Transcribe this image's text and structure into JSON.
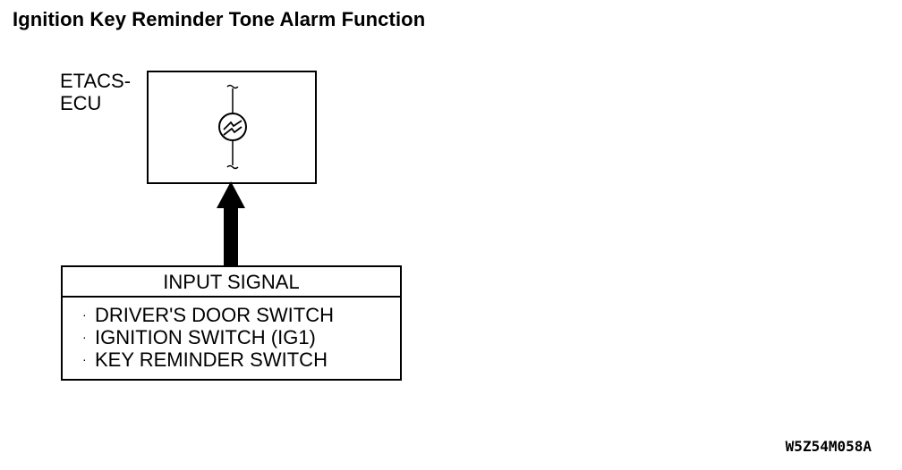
{
  "title": "Ignition Key Reminder Tone Alarm Function",
  "ecu": {
    "label_line1": "ETACS-",
    "label_line2": "ECU",
    "component_icon": "buzzer-icon"
  },
  "arrow_icon": "arrow-up-icon",
  "input_signal": {
    "header": "INPUT SIGNAL",
    "bullet": "·",
    "items": [
      "DRIVER'S DOOR SWITCH",
      "IGNITION SWITCH (IG1)",
      "KEY REMINDER SWITCH"
    ]
  },
  "figure_code": "W5Z54M058A"
}
